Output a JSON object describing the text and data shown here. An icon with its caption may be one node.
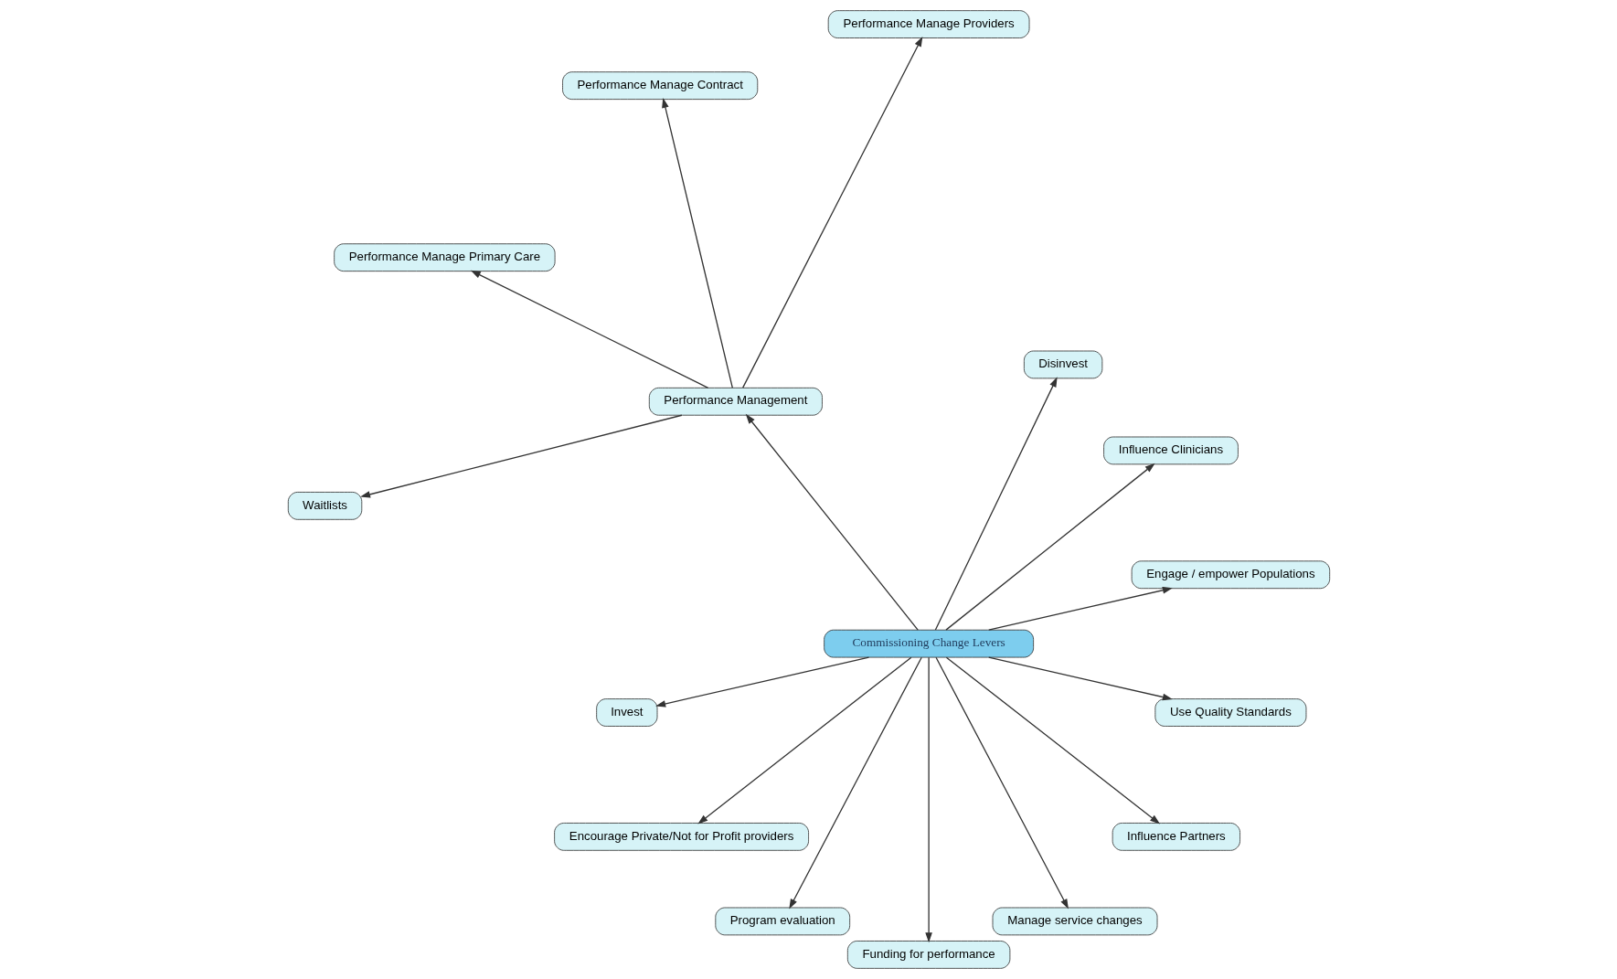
{
  "diagram": {
    "nodes": [
      {
        "text": [
          "Commissioning Change Levers"
        ]
      },
      {
        "text": [
          "Engage / empower Populations"
        ]
      },
      {
        "text": [
          "Performance Manage Providers"
        ]
      },
      {
        "text": [
          "Performance Manage Contract"
        ]
      },
      {
        "text": [
          "Influence Clinicians"
        ]
      },
      {
        "text": [
          "Disinvest"
        ]
      },
      {
        "text": [
          "Performance Manage Primary Care"
        ]
      },
      {
        "text": [
          "Performance Management"
        ]
      },
      {
        "text": [
          "Invest"
        ]
      },
      {
        "text": [
          "Waitlists"
        ]
      },
      {
        "text": [
          "Encourage Private/Not for Profit providers"
        ]
      },
      {
        "text": [
          "Program evaluation"
        ]
      },
      {
        "text": [
          "Funding for performance"
        ]
      },
      {
        "text": [
          "Manage service changes"
        ]
      },
      {
        "text": [
          "Influence Partners"
        ]
      },
      {
        "text": [
          "Use Quality Standards"
        ]
      }
    ],
    "edges": [
      {
        "from": 0,
        "to": 1,
        "arrow": "to"
      },
      {
        "from": 0,
        "to": 4,
        "arrow": "to"
      },
      {
        "from": 0,
        "to": 5,
        "arrow": "to"
      },
      {
        "from": 0,
        "to": 8,
        "arrow": "to"
      },
      {
        "from": 0,
        "to": 10,
        "arrow": "to"
      },
      {
        "from": 0,
        "to": 13,
        "arrow": "to"
      },
      {
        "from": 0,
        "to": 14,
        "arrow": "to"
      },
      {
        "from": 0,
        "to": 15,
        "arrow": "to"
      },
      {
        "from": 0,
        "to": 11,
        "arrow": "to"
      },
      {
        "from": 0,
        "to": 12,
        "arrow": "to"
      },
      {
        "from": 0,
        "to": 7,
        "arrow": "to"
      },
      {
        "from": 7,
        "to": 2,
        "arrow": "to"
      },
      {
        "from": 7,
        "to": 3,
        "arrow": "to"
      },
      {
        "from": 7,
        "to": 6,
        "arrow": "to"
      },
      {
        "from": 7,
        "to": 9,
        "arrow": "to"
      }
    ]
  }
}
